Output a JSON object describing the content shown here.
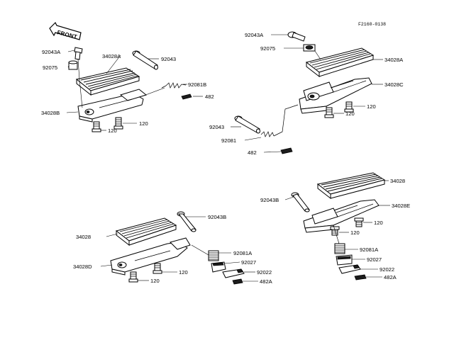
{
  "diagram": {
    "ref_code": "F2160-0138",
    "front_arrow_label": "FRONT",
    "top_left": {
      "labels": [
        "92043A",
        "34028A",
        "92043",
        "92075",
        "92081B",
        "482",
        "34028B",
        "120",
        "120"
      ]
    },
    "top_right": {
      "labels": [
        "92043A",
        "92075",
        "34028A",
        "34028C",
        "120",
        "120",
        "92043",
        "92081",
        "482"
      ]
    },
    "bottom_left": {
      "labels": [
        "92043B",
        "34028",
        "92081A",
        "34028D",
        "92027",
        "120",
        "92022",
        "120",
        "482A"
      ]
    },
    "bottom_right": {
      "labels": [
        "34028",
        "92043B",
        "34028E",
        "120",
        "120",
        "92081A",
        "92027",
        "92022",
        "482A"
      ]
    }
  }
}
